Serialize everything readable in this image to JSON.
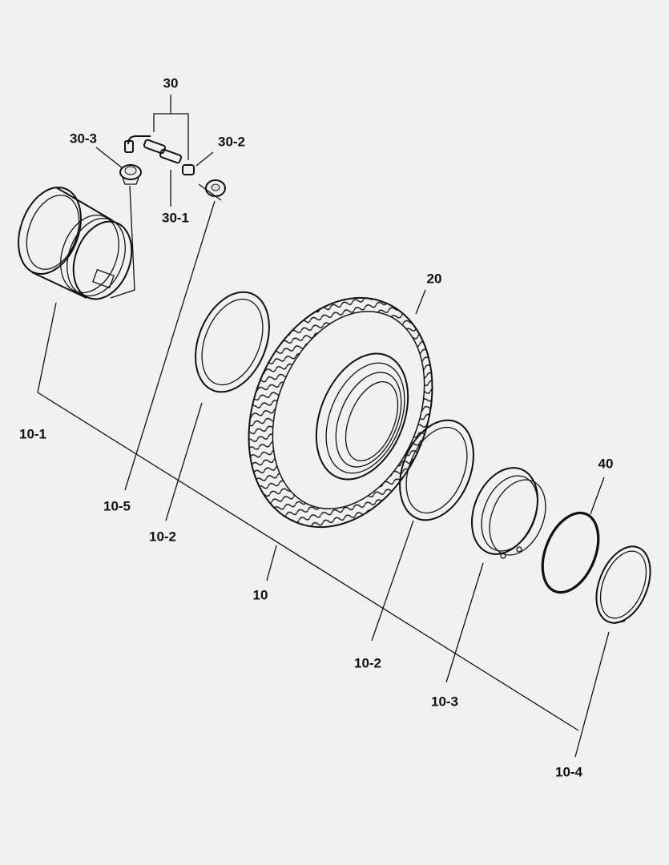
{
  "diagram": {
    "callouts": {
      "c30": "30",
      "c30_3": "30-3",
      "c30_2": "30-2",
      "c30_1": "30-1",
      "c20": "20",
      "c10_1": "10-1",
      "c10_5": "10-5",
      "c10_2a": "10-2",
      "c10": "10",
      "c10_2b": "10-2",
      "c10_3": "10-3",
      "c40": "40",
      "c10_4": "10-4"
    },
    "parts": [
      {
        "id": "rim",
        "icon": "wheel-rim-icon"
      },
      {
        "id": "valve",
        "icon": "valve-assembly-icon"
      },
      {
        "id": "tire",
        "icon": "tire-icon"
      },
      {
        "id": "flange",
        "icon": "flange-ring-icon"
      },
      {
        "id": "bead-seat",
        "icon": "bead-seat-band-icon"
      },
      {
        "id": "o-ring",
        "icon": "o-ring-icon"
      },
      {
        "id": "lock-ring",
        "icon": "lock-ring-icon"
      }
    ]
  }
}
